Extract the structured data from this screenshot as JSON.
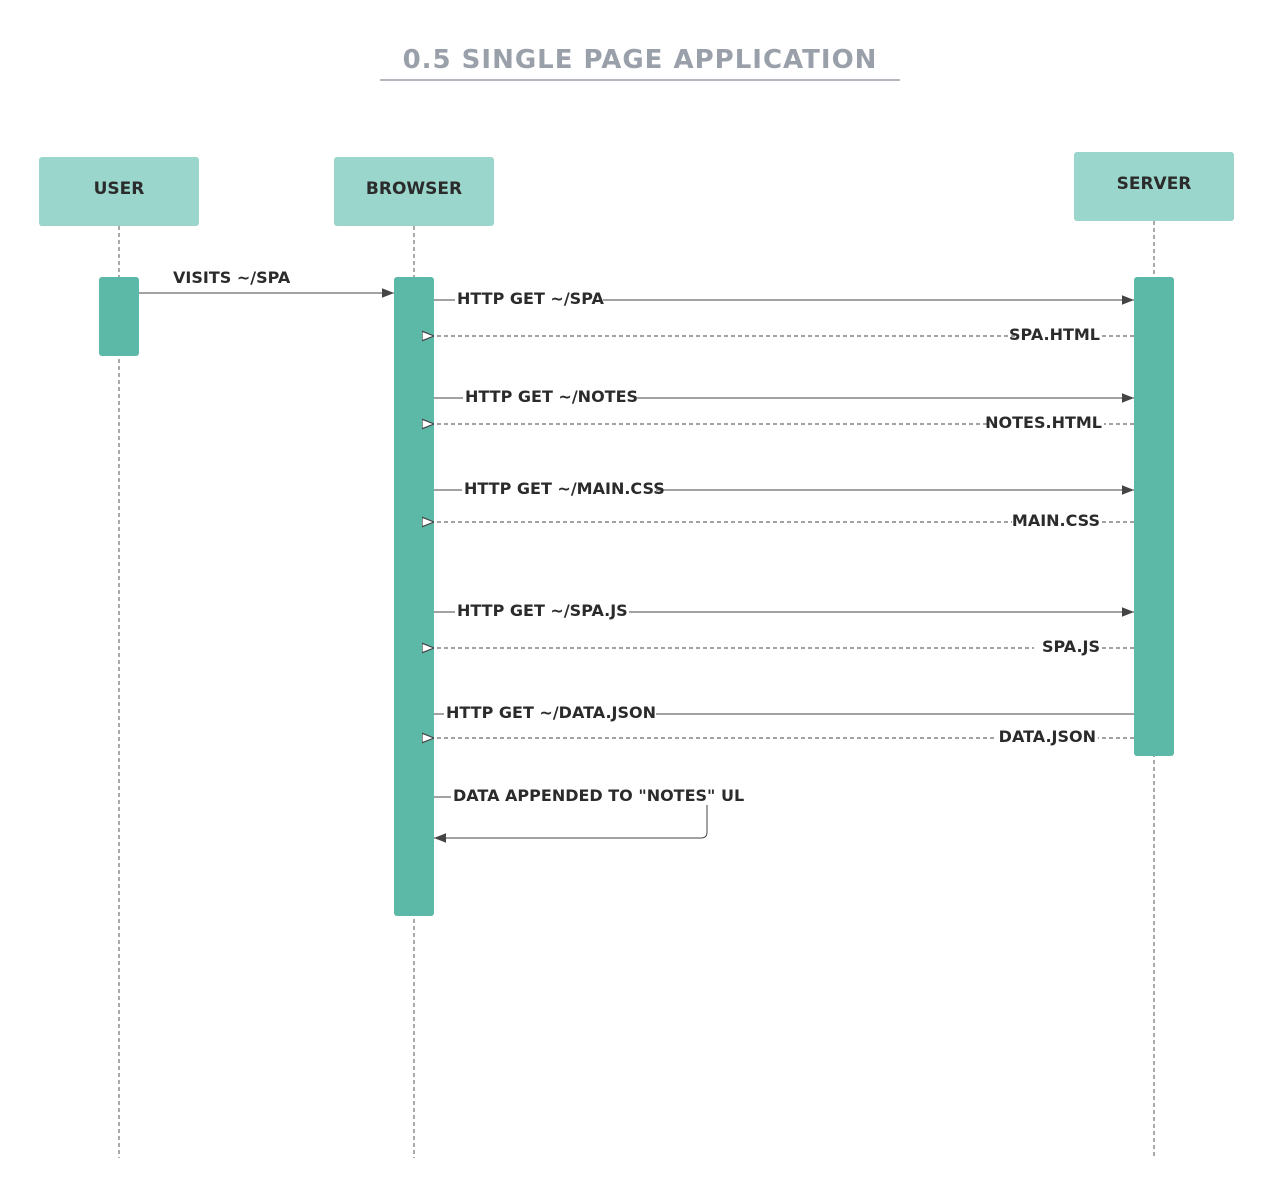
{
  "title": "0.5 SINGLE PAGE APPLICATION",
  "colors": {
    "actor_fill": "#9ad6cb",
    "activation_fill": "#5cb9a7",
    "line": "#444444",
    "title": "#9aa0aa"
  },
  "actors": [
    {
      "id": "user",
      "label": "USER"
    },
    {
      "id": "browser",
      "label": "BROWSER"
    },
    {
      "id": "server",
      "label": "SERVER"
    }
  ],
  "messages": [
    {
      "from": "user",
      "to": "browser",
      "label": "VISITS ~/SPA",
      "style": "solid"
    },
    {
      "from": "browser",
      "to": "server",
      "label": "HTTP GET ~/SPA",
      "style": "solid"
    },
    {
      "from": "server",
      "to": "browser",
      "label": "SPA.HTML",
      "style": "dashed"
    },
    {
      "from": "browser",
      "to": "server",
      "label": "HTTP GET ~/NOTES",
      "style": "solid"
    },
    {
      "from": "server",
      "to": "browser",
      "label": "NOTES.HTML",
      "style": "dashed"
    },
    {
      "from": "browser",
      "to": "server",
      "label": "HTTP GET ~/MAIN.CSS",
      "style": "solid"
    },
    {
      "from": "server",
      "to": "browser",
      "label": "MAIN.CSS",
      "style": "dashed"
    },
    {
      "from": "browser",
      "to": "server",
      "label": "HTTP GET ~/SPA.JS",
      "style": "solid"
    },
    {
      "from": "server",
      "to": "browser",
      "label": "SPA.JS",
      "style": "dashed"
    },
    {
      "from": "browser",
      "to": "server",
      "label": "HTTP GET ~/DATA.JSON",
      "style": "solid"
    },
    {
      "from": "server",
      "to": "browser",
      "label": "DATA.JSON",
      "style": "dashed"
    },
    {
      "from": "browser",
      "to": "browser",
      "label": "DATA APPENDED TO \"NOTES\" UL",
      "style": "solid"
    }
  ]
}
